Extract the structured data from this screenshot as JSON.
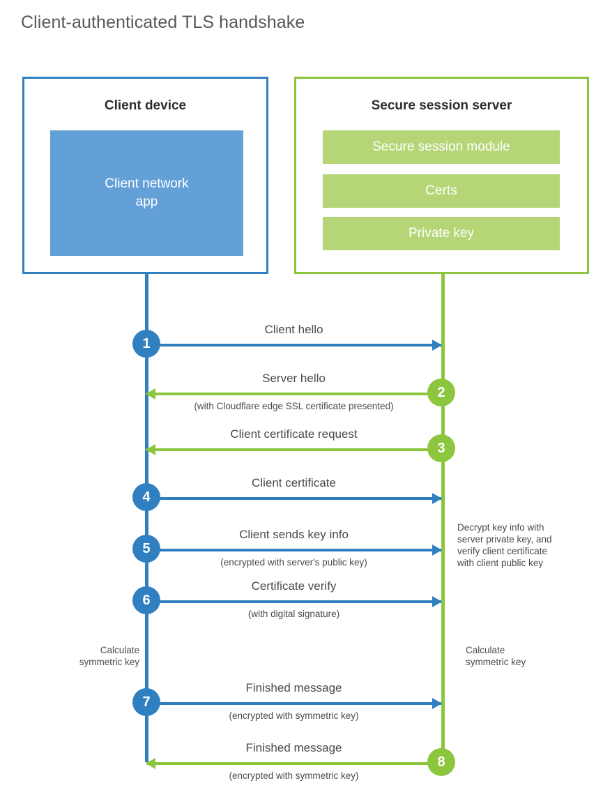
{
  "title": "Client-authenticated TLS handshake",
  "colors": {
    "blue_border": "#2f7fc1",
    "blue_fill": "#64a0d8",
    "green_border": "#8cc63e",
    "green_fill": "#b5d577",
    "title_text": "#55585b"
  },
  "actors": {
    "client": {
      "title": "Client device",
      "app_label_line1": "Client network",
      "app_label_line2": "app"
    },
    "server": {
      "title": "Secure session server",
      "bars": [
        "Secure session module",
        "Certs",
        "Private key"
      ]
    }
  },
  "steps": [
    {
      "number": "1",
      "label": "Client hello",
      "sublabel": "",
      "direction": "right",
      "color": "blue"
    },
    {
      "number": "2",
      "label": "Server hello",
      "sublabel": "(with Cloudflare edge SSL certificate presented)",
      "direction": "left",
      "color": "green"
    },
    {
      "number": "3",
      "label": "Client certificate request",
      "sublabel": "",
      "direction": "left",
      "color": "green"
    },
    {
      "number": "4",
      "label": "Client certificate",
      "sublabel": "",
      "direction": "right",
      "color": "blue"
    },
    {
      "number": "5",
      "label": "Client sends key info",
      "sublabel": "(encrypted with server's public key)",
      "direction": "right",
      "color": "blue"
    },
    {
      "number": "6",
      "label": "Certificate verify",
      "sublabel": "(with digital signature)",
      "direction": "right",
      "color": "blue"
    },
    {
      "number": "7",
      "label": "Finished message",
      "sublabel": "(encrypted with symmetric key)",
      "direction": "right",
      "color": "blue"
    },
    {
      "number": "8",
      "label": "Finished message",
      "sublabel": "(encrypted with symmetric key)",
      "direction": "left",
      "color": "green"
    }
  ],
  "notes": {
    "server_decrypt": [
      "Decrypt key info with",
      "server private key, and",
      "verify client certificate",
      "with client public key"
    ],
    "client_calculate": [
      "Calculate",
      "symmetric key"
    ],
    "server_calculate": [
      "Calculate",
      "symmetric key"
    ]
  }
}
